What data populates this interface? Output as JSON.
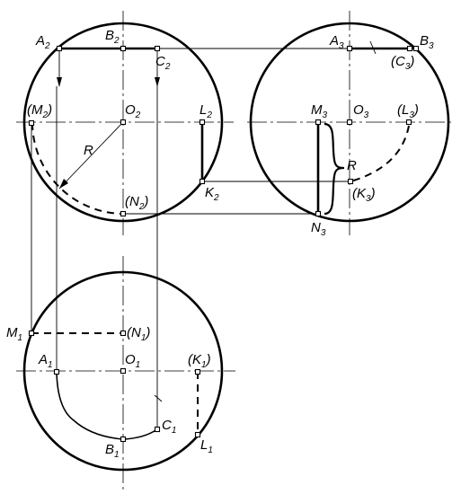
{
  "labels": {
    "A2": {
      "base": "A",
      "sub": "2"
    },
    "B2": {
      "base": "B",
      "sub": "2"
    },
    "C2": {
      "base": "C",
      "sub": "2"
    },
    "M2": {
      "base": "(M",
      "sub": "2",
      "tail": ")"
    },
    "O2": {
      "base": "O",
      "sub": "2"
    },
    "L2": {
      "base": "L",
      "sub": "2"
    },
    "R2": {
      "base": "R"
    },
    "K2": {
      "base": "K",
      "sub": "2"
    },
    "N2": {
      "base": "(N",
      "sub": "2",
      "tail": ")"
    },
    "A3": {
      "base": "A",
      "sub": "3"
    },
    "B3": {
      "base": "B",
      "sub": "3"
    },
    "C3": {
      "base": "(C",
      "sub": "3",
      "tail": ")"
    },
    "M3": {
      "base": "M",
      "sub": "3"
    },
    "O3": {
      "base": "O",
      "sub": "3"
    },
    "L3": {
      "base": "(L",
      "sub": "3",
      "tail": ")"
    },
    "R3": {
      "base": "R"
    },
    "K3": {
      "base": "(K",
      "sub": "3",
      "tail": ")"
    },
    "N3": {
      "base": "N",
      "sub": "3"
    },
    "M1": {
      "base": "M",
      "sub": "1"
    },
    "N1": {
      "base": "(N",
      "sub": "1",
      "tail": ")"
    },
    "A1": {
      "base": "A",
      "sub": "1"
    },
    "O1": {
      "base": "O",
      "sub": "1"
    },
    "K1": {
      "base": "(K",
      "sub": "1",
      "tail": ")"
    },
    "C1": {
      "base": "C",
      "sub": "1"
    },
    "B1": {
      "base": "B",
      "sub": "1"
    },
    "L1": {
      "base": "L",
      "sub": "1"
    }
  }
}
